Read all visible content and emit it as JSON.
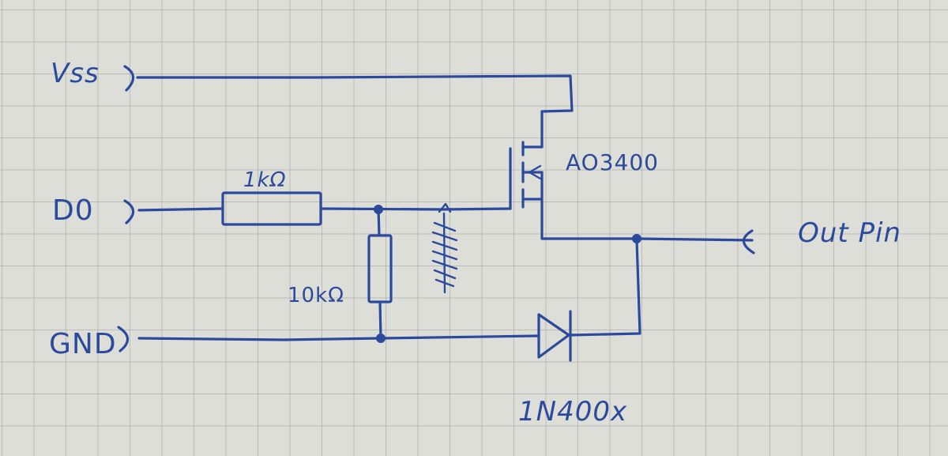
{
  "labels": {
    "vss": "Vss",
    "d0": "D0",
    "gnd": "GND",
    "out_pin": "Out Pin",
    "r1_value": "1kΩ",
    "r2_value": "10kΩ",
    "mosfet_part": "AO3400",
    "diode_part": "1N400x"
  },
  "colors": {
    "ink": "#2b4a9c",
    "paper": "#deded9",
    "grid": "#8a8a90"
  }
}
